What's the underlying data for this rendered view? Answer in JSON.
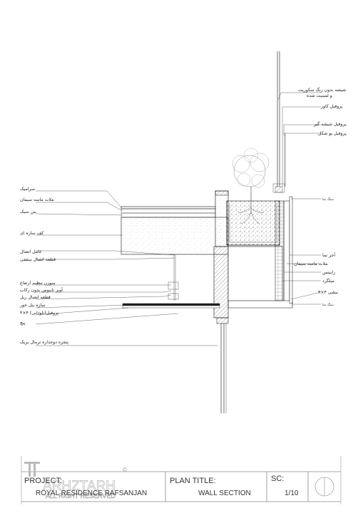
{
  "labels_left": [
    {
      "id": "ceramic",
      "text": "سرامیک"
    },
    {
      "id": "mortar",
      "text": "ملات ماسه سیمان"
    },
    {
      "id": "light-concrete",
      "text": "بتن سبک"
    },
    {
      "id": "slab",
      "text": "کف سازه ای"
    },
    {
      "id": "connector",
      "text": "عامل اتصال"
    },
    {
      "id": "ceiling-piece",
      "text": "قطعه اتصال سقفی"
    },
    {
      "id": "level-needle",
      "text": "سوزن تنظیم ارتفاع"
    },
    {
      "id": "hanger",
      "text": "آویز تانیوس بدون رکاب"
    },
    {
      "id": "rail-piece",
      "text": "قطعه اتصال ریل"
    },
    {
      "id": "panel-frame",
      "text": "سازه پنل خور"
    },
    {
      "id": "profile",
      "text": "پروفیل‌(ناودانی) ۴×۴"
    },
    {
      "id": "screw",
      "text": "پیچ"
    },
    {
      "id": "window",
      "text": "پنجره دوجداره ترمال بریک"
    }
  ],
  "labels_right": [
    {
      "id": "glass",
      "text": "شیشه بدون رنگ سکوریت"
    },
    {
      "id": "glass2",
      "text": "و لمینیت شده"
    },
    {
      "id": "cover-profile",
      "text": "پروفیل کاور"
    },
    {
      "id": "glass-holder",
      "text": "پروفیل شیشه گیر"
    },
    {
      "id": "u-profile",
      "text": "پروفیل یو شکل"
    },
    {
      "id": "facade-stone-top",
      "text": "سنگ نما"
    },
    {
      "id": "brick",
      "text": "آجر نما"
    },
    {
      "id": "mortar-r",
      "text": "ملات ماسه سیمان"
    },
    {
      "id": "rabitz",
      "text": "رابیتس"
    },
    {
      "id": "anchor",
      "text": "میلگرد"
    },
    {
      "id": "angle",
      "text": "نبشی ۴×۴"
    },
    {
      "id": "facade-stone-bottom",
      "text": "سنگ نما"
    }
  ],
  "title_block": {
    "project_label": "PROJECT:",
    "project_name": "ROYAL RESIDENCE RAFSANJAN",
    "plan_label": "PLAN TITLE:",
    "plan_value": "WALL SECTION",
    "scale_label": "SC:",
    "scale_value": "1/10",
    "watermark": "ARHZTARH",
    "watermark_sub": "ALL RIGHT RESERVED",
    "copyright": "©"
  }
}
